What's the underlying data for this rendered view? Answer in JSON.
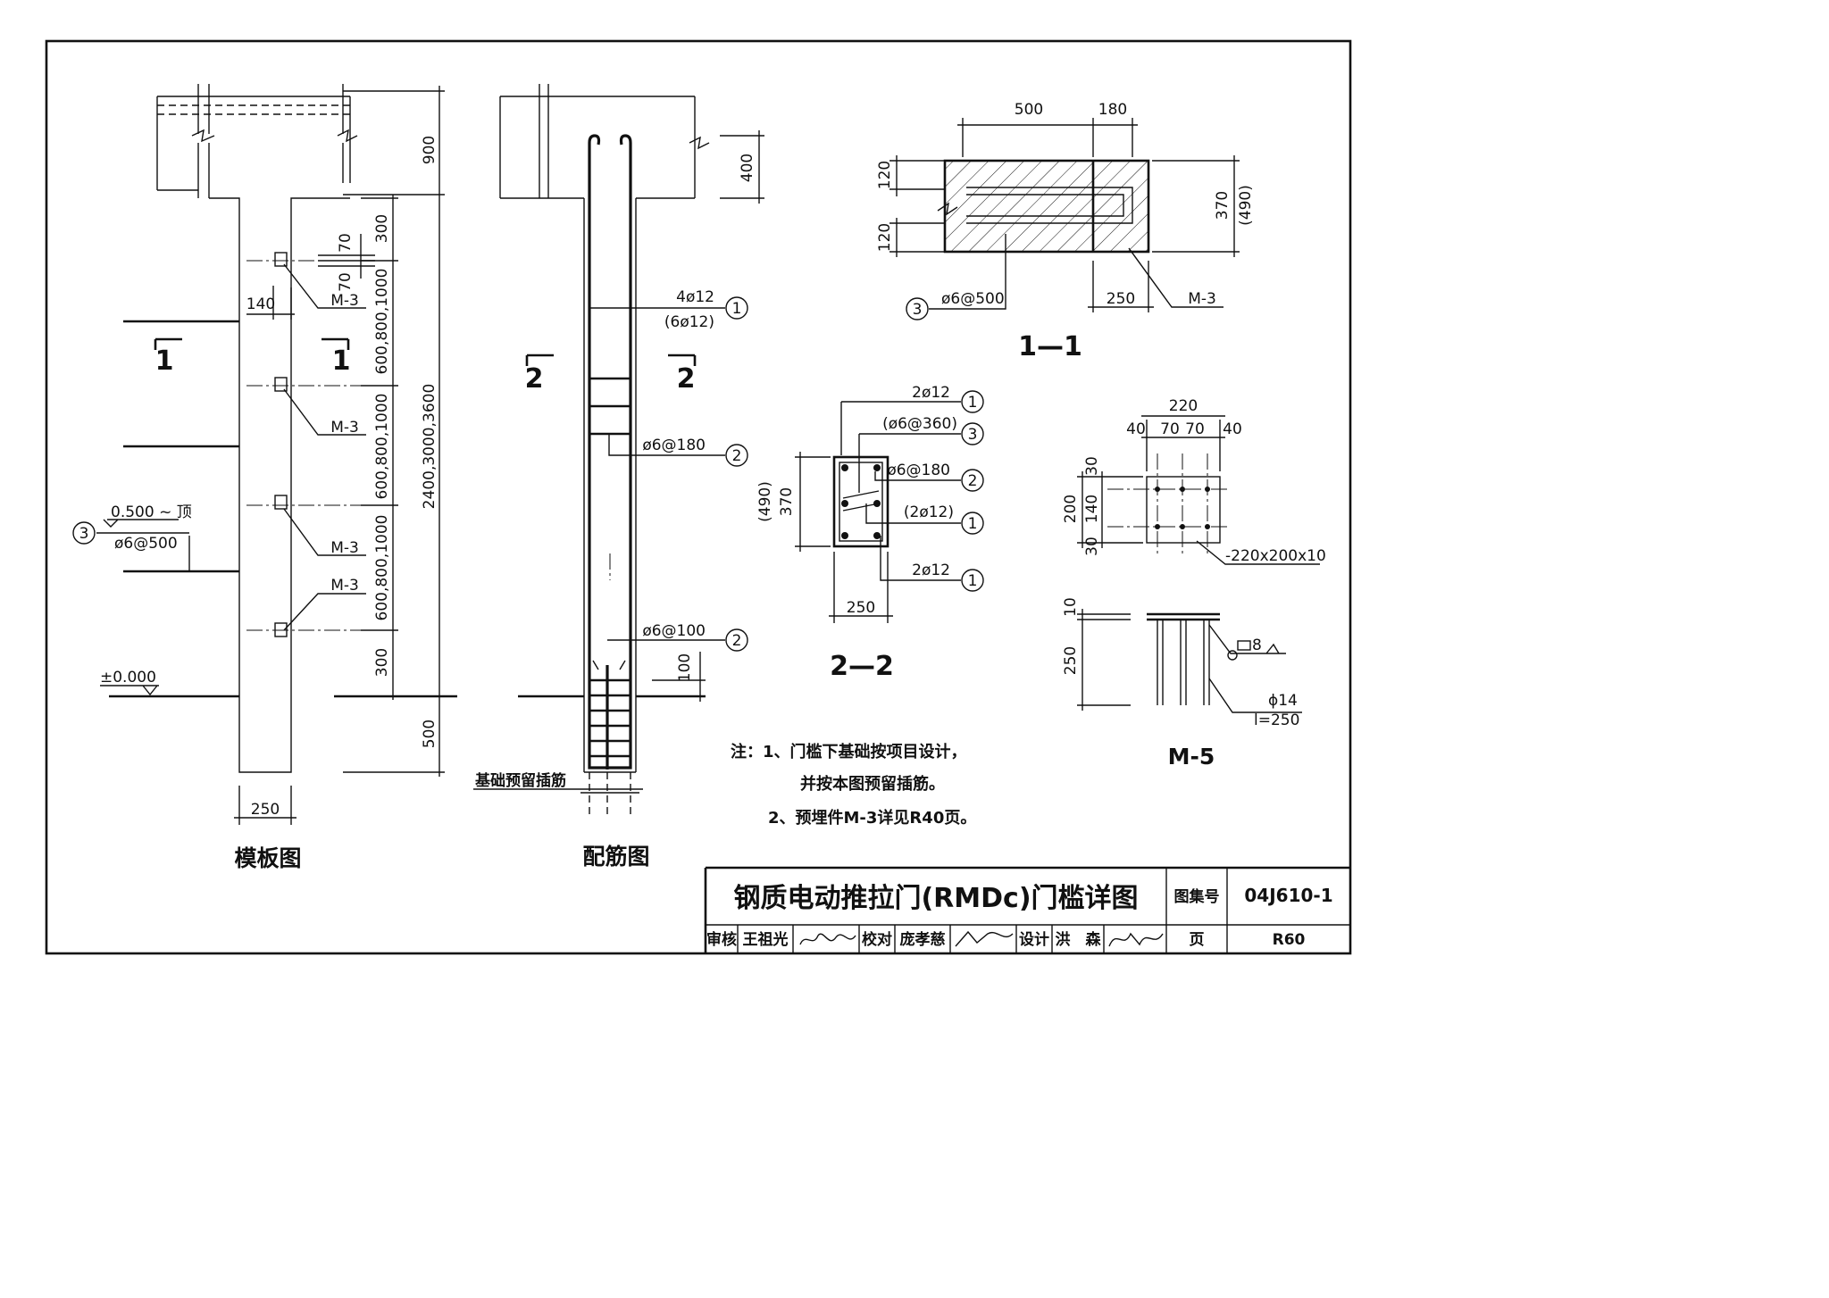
{
  "formwork": {
    "caption": "模板图",
    "dims": {
      "top": "900",
      "seg300a": "300",
      "seg1": "600,800,1000",
      "seg2": "600,800,1000",
      "seg3": "600,800,1000",
      "seg300b": "300",
      "total": "2400,3000,3600",
      "bottom": "500",
      "width": "250",
      "offset140": "140",
      "d70a": "70",
      "d70b": "70"
    },
    "embeds": [
      "M-3",
      "M-3",
      "M-3",
      "M-3"
    ],
    "section_mark": "1",
    "level_top": "0.500 ~ 顶",
    "level_ground": "±0.000",
    "callout_no": "3",
    "rebar_note": "ø6@500"
  },
  "reinforcement": {
    "caption": "配筋图",
    "section_mark": "2",
    "dim_top": "400",
    "dim_bottom": "100",
    "foundation_note": "基础预留插筋",
    "callouts": [
      {
        "text": "4ø12",
        "sub": "(6ø12)",
        "no": "1"
      },
      {
        "text": "ø6@180",
        "no": "2"
      },
      {
        "text": "ø6@100",
        "no": "2"
      }
    ]
  },
  "section11": {
    "caption": "1—1",
    "dims": {
      "w1": "500",
      "w2": "180",
      "h1": "120",
      "h2": "120",
      "h": "370",
      "h_alt": "(490)",
      "b": "250"
    },
    "embed": "M-3",
    "callout_no": "3",
    "rebar_note": "ø6@500"
  },
  "section22": {
    "caption": "2—2",
    "dims": {
      "h": "370",
      "h_alt": "(490)",
      "w": "250"
    },
    "callouts": [
      {
        "text": "2ø12",
        "no": "1"
      },
      {
        "text": "(ø6@360)",
        "no": "3"
      },
      {
        "text": "ø6@180",
        "no": "2"
      },
      {
        "text": "(2ø12)",
        "no": "1"
      },
      {
        "text": "2ø12",
        "no": "1"
      }
    ]
  },
  "m5": {
    "caption": "M-5",
    "dims": {
      "total": "220",
      "e1": "40",
      "m1": "70",
      "m2": "70",
      "e2": "40",
      "v1": "30",
      "v2": "140",
      "v3": "30",
      "h": "200",
      "t": "10",
      "leg": "250"
    },
    "plate": "-220x200x10",
    "weld": "8",
    "bar": "ϕ14",
    "bar_len": "l=250"
  },
  "notes": [
    "注：1、门槛下基础按项目设计，",
    "并按本图预留插筋。",
    "2、预埋件M-3详见R40页。"
  ],
  "title_block": {
    "title": "钢质电动推拉门(RMDc)门槛详图",
    "atlas_label": "图集号",
    "atlas_no": "04J610-1",
    "review_label": "审核",
    "reviewer": "王祖光",
    "check_label": "校对",
    "checker": "庞孝慈",
    "design_label": "设计",
    "designer": "洪　森",
    "page_label": "页",
    "page_no": "R60"
  }
}
